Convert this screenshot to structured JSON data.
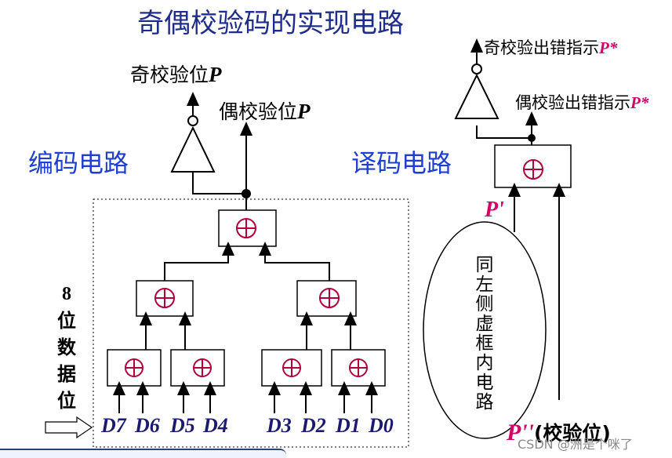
{
  "title": "奇偶校验码的实现电路",
  "encoder": {
    "label": "编码电路",
    "odd_parity_text": "奇校验位",
    "even_parity_text": "偶校验位",
    "parity_symbol": "P",
    "data_bits_label": [
      "8",
      "位",
      "数",
      "据",
      "位"
    ],
    "inputs": [
      "D7",
      "D6",
      "D5",
      "D4",
      "D3",
      "D2",
      "D1",
      "D0"
    ]
  },
  "decoder": {
    "label": "译码电路",
    "odd_error_text": "奇校验出错指示",
    "even_error_text": "偶校验出错指示",
    "error_symbol": "P*",
    "p_prime": "P'",
    "p_double_prime": "P''",
    "check_bit_text": "(校验位)",
    "ellipse_text": [
      "同",
      "左",
      "侧",
      "虚",
      "框",
      "内",
      "电",
      "路"
    ]
  },
  "watermark": "CSDN @洲是个咪了",
  "colors": {
    "title": "#1f2d8a",
    "blue_label": "#1f3fd0",
    "accent": "#d4006a",
    "xor": "#b0003a"
  }
}
